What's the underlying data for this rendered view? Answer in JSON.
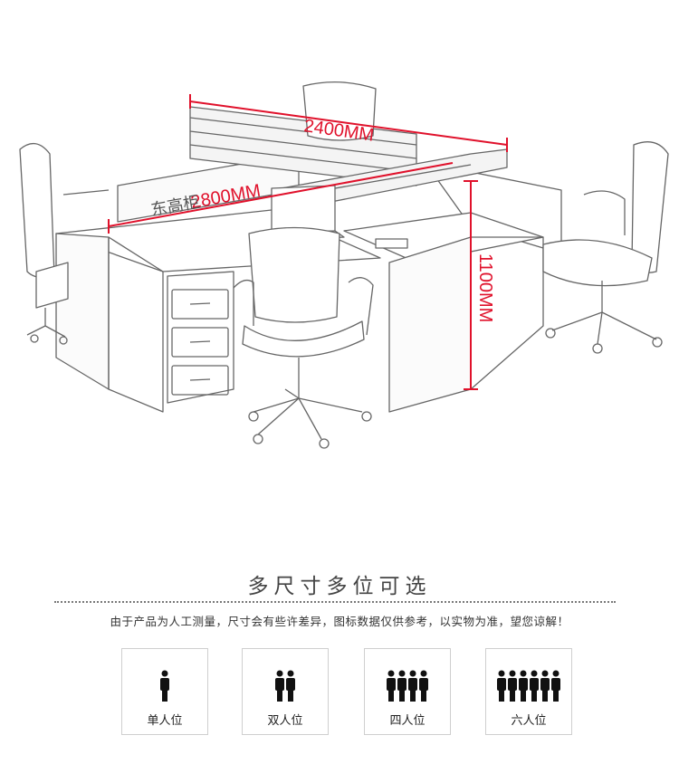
{
  "dimensions": {
    "length_top": "2400MM",
    "length_front": "2800MM",
    "height": "1100MM",
    "front_note": "东高柜"
  },
  "section_title": "多尺寸多位可选",
  "disclaimer": "由于产品为人工测量，尺寸会有些许差异，图标数据仅供参考，以实物为准，望您谅解！",
  "seat_options": [
    {
      "label": "单人位",
      "people": 1
    },
    {
      "label": "双人位",
      "people": 2
    },
    {
      "label": "四人位",
      "people": 4
    },
    {
      "label": "六人位",
      "people": 6
    }
  ],
  "colors": {
    "dimension_line": "#e0112b",
    "icon": "#111111",
    "sketch": "#555555"
  }
}
